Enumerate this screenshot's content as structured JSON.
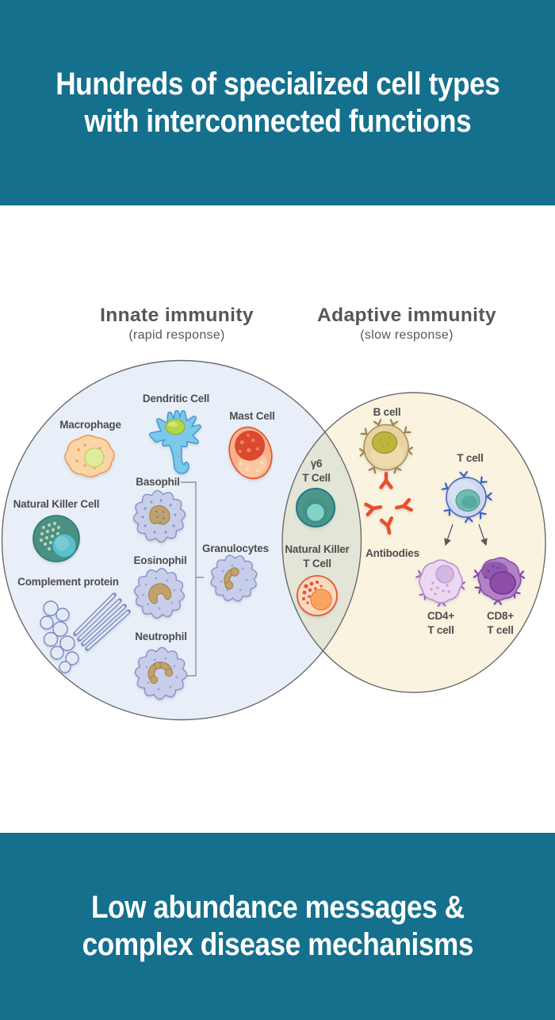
{
  "header": {
    "line1": "Hundreds of specialized cell types",
    "line2": "with interconnected functions"
  },
  "footer": {
    "line1": "Low abundance messages &",
    "line2": "complex disease mechanisms"
  },
  "venn": {
    "innate": {
      "title": "Innate immunity",
      "subtitle": "(rapid response)"
    },
    "adaptive": {
      "title": "Adaptive immunity",
      "subtitle": "(slow response)"
    },
    "labels": {
      "macrophage": "Macrophage",
      "dendritic": "Dendritic Cell",
      "mast": "Mast Cell",
      "nk": "Natural Killer Cell",
      "basophil": "Basophil",
      "eosinophil": "Eosinophil",
      "neutrophil": "Neutrophil",
      "complement": "Complement protein",
      "granulocytes": "Granulocytes",
      "gd_line1": "γ6",
      "gd_line2": "T Cell",
      "nkt_line1": "Natural Killer",
      "nkt_line2": "T Cell",
      "bcell": "B cell",
      "tcell": "T cell",
      "antibodies": "Antibodies",
      "cd4_line1": "CD4+",
      "cd4_line2": "T cell",
      "cd8_line1": "CD8+",
      "cd8_line2": "T cell"
    }
  },
  "colors": {
    "band_teal": "#14708d",
    "band_text": "#ffffff",
    "innate_fill": "#e9eff8",
    "adaptive_fill": "#faf3df",
    "overlap_fill": "#e3e5d6",
    "circle_outline": "#6a6b6d",
    "label_text": "#4c4d4f",
    "heading_text": "#54565b",
    "antibody_red": "#e8502a"
  }
}
